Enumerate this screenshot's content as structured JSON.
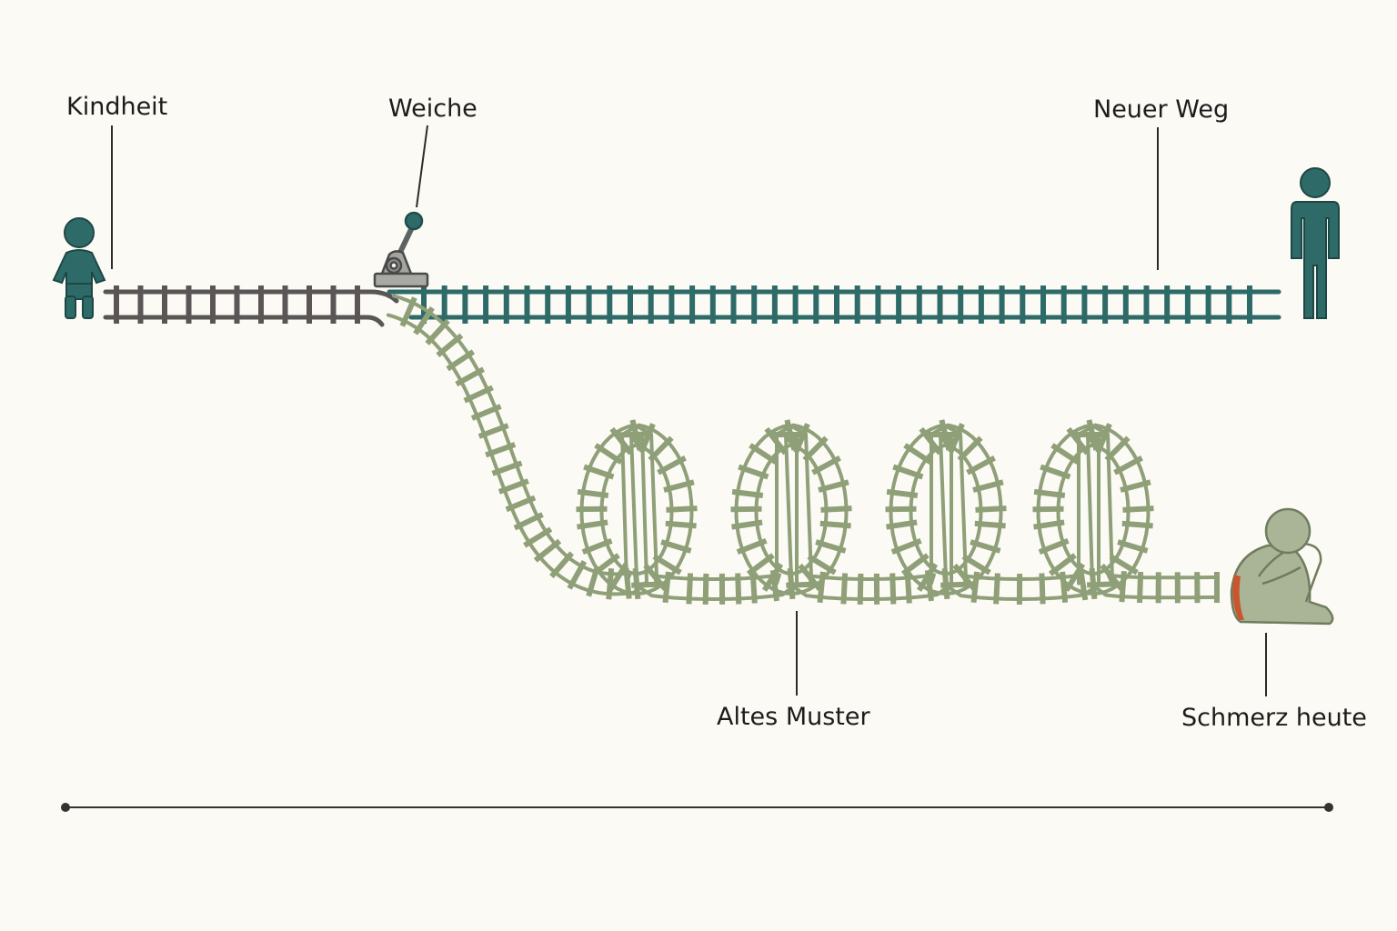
{
  "labels": {
    "childhood": "Kindheit",
    "switch": "Weiche",
    "new_path": "Neuer Weg",
    "old_pattern": "Altes Muster",
    "pain_today": "Schmerz heute"
  },
  "colors": {
    "background": "#fbfaf4",
    "child_track": "#5a5656",
    "new_track": "#2e6b68",
    "old_track": "#8f9f78",
    "figure": "#2e6b68",
    "sad_figure": "#aab598",
    "accent_pain": "#c9562f",
    "lever": "#9b9b98",
    "line": "#333333"
  },
  "icons": {
    "child": "child-figure-icon",
    "adult": "adult-figure-icon",
    "lever": "switch-lever-icon",
    "sad_person": "hugging-knees-figure-icon"
  }
}
